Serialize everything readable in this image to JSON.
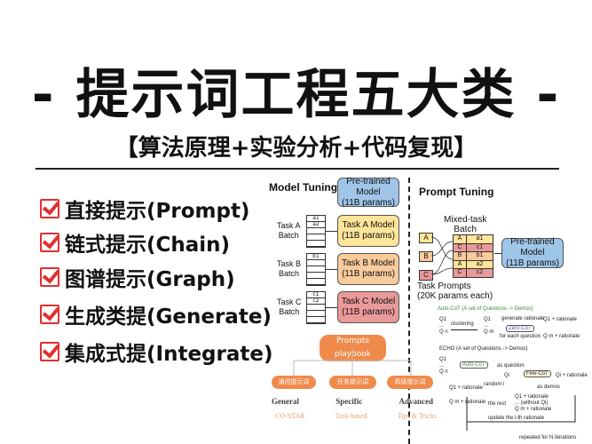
{
  "title": "- 提示词工程五大类 -",
  "subtitle": "【算法原理+实验分析+代码复现】",
  "items": [
    {
      "label": "直接提示(Prompt)"
    },
    {
      "label": "链式提示(Chain)"
    },
    {
      "label": "图谱提示(Graph)"
    },
    {
      "label": "生成类提(Generate)"
    },
    {
      "label": "集成式提(Integrate)"
    }
  ],
  "figure": {
    "model_tuning": "Model Tuning",
    "prompt_tuning": "Prompt Tuning",
    "pretrained": "Pre-trained\nModel\n(11B params)",
    "tasks": [
      {
        "label": "Task A\nBatch",
        "model": "Task A Model\n(11B params)",
        "rows": [
          "a1",
          "a2",
          "",
          "",
          ""
        ],
        "color": "#ffe599"
      },
      {
        "label": "Task B\nBatch",
        "model": "Task B Model\n(11B params)",
        "rows": [
          "b1",
          "",
          "",
          "",
          ""
        ],
        "color": "#f9cb9c"
      },
      {
        "label": "Task C\nBatch",
        "model": "Task C Model\n(11B params)",
        "rows": [
          "c1",
          "c2",
          "",
          "",
          ""
        ],
        "color": "#ea9999"
      }
    ],
    "mixed_batch": "Mixed-task\nBatch",
    "prompt_keys": [
      "A",
      "B",
      "C"
    ],
    "mixed_rows": [
      [
        "A",
        "a1"
      ],
      [
        "C",
        "c1"
      ],
      [
        "B",
        "b1"
      ],
      [
        "A",
        "a2"
      ],
      [
        "C",
        "c2"
      ]
    ],
    "task_prompts": "Task Prompts\n(20K params each)",
    "playbook": "Prompts playbook",
    "playbook_pills": [
      "通用提示词",
      "任务提示词",
      "高级提示词"
    ],
    "categories": [
      {
        "name": "General",
        "sub": "CO-STAR"
      },
      {
        "name": "Specific",
        "sub": "Task-based"
      },
      {
        "name": "Advanced",
        "sub": "Tips & Tricks"
      }
    ],
    "autocot_title": "Auto-CoT (A set of Questions -> Demos)",
    "autocot": [
      "Q1",
      "...",
      "Q n",
      "clustering",
      "Q1",
      "...",
      "Q m",
      "generate rationale",
      "Zero-CoT",
      "for each question",
      "Q1 + rationale",
      "Q m + rationale"
    ],
    "echo_title": "ECHO (A set of Questions -> Demos)",
    "echo": [
      "Auto-CoT",
      "Q1 + rationale",
      "Q m + rationale",
      "random i",
      "as question",
      "Qi",
      "Few-CoT",
      "Qi + rationale",
      "as demos",
      "Q1 + rationale",
      "... (without Qi)",
      "Q m + rationale",
      "the rest",
      "update the i-th rationale",
      "repeated for N iterations"
    ]
  },
  "colors": {
    "check": "#e03030",
    "blue": "#9fc5e8",
    "orange": "#f08a4b"
  }
}
